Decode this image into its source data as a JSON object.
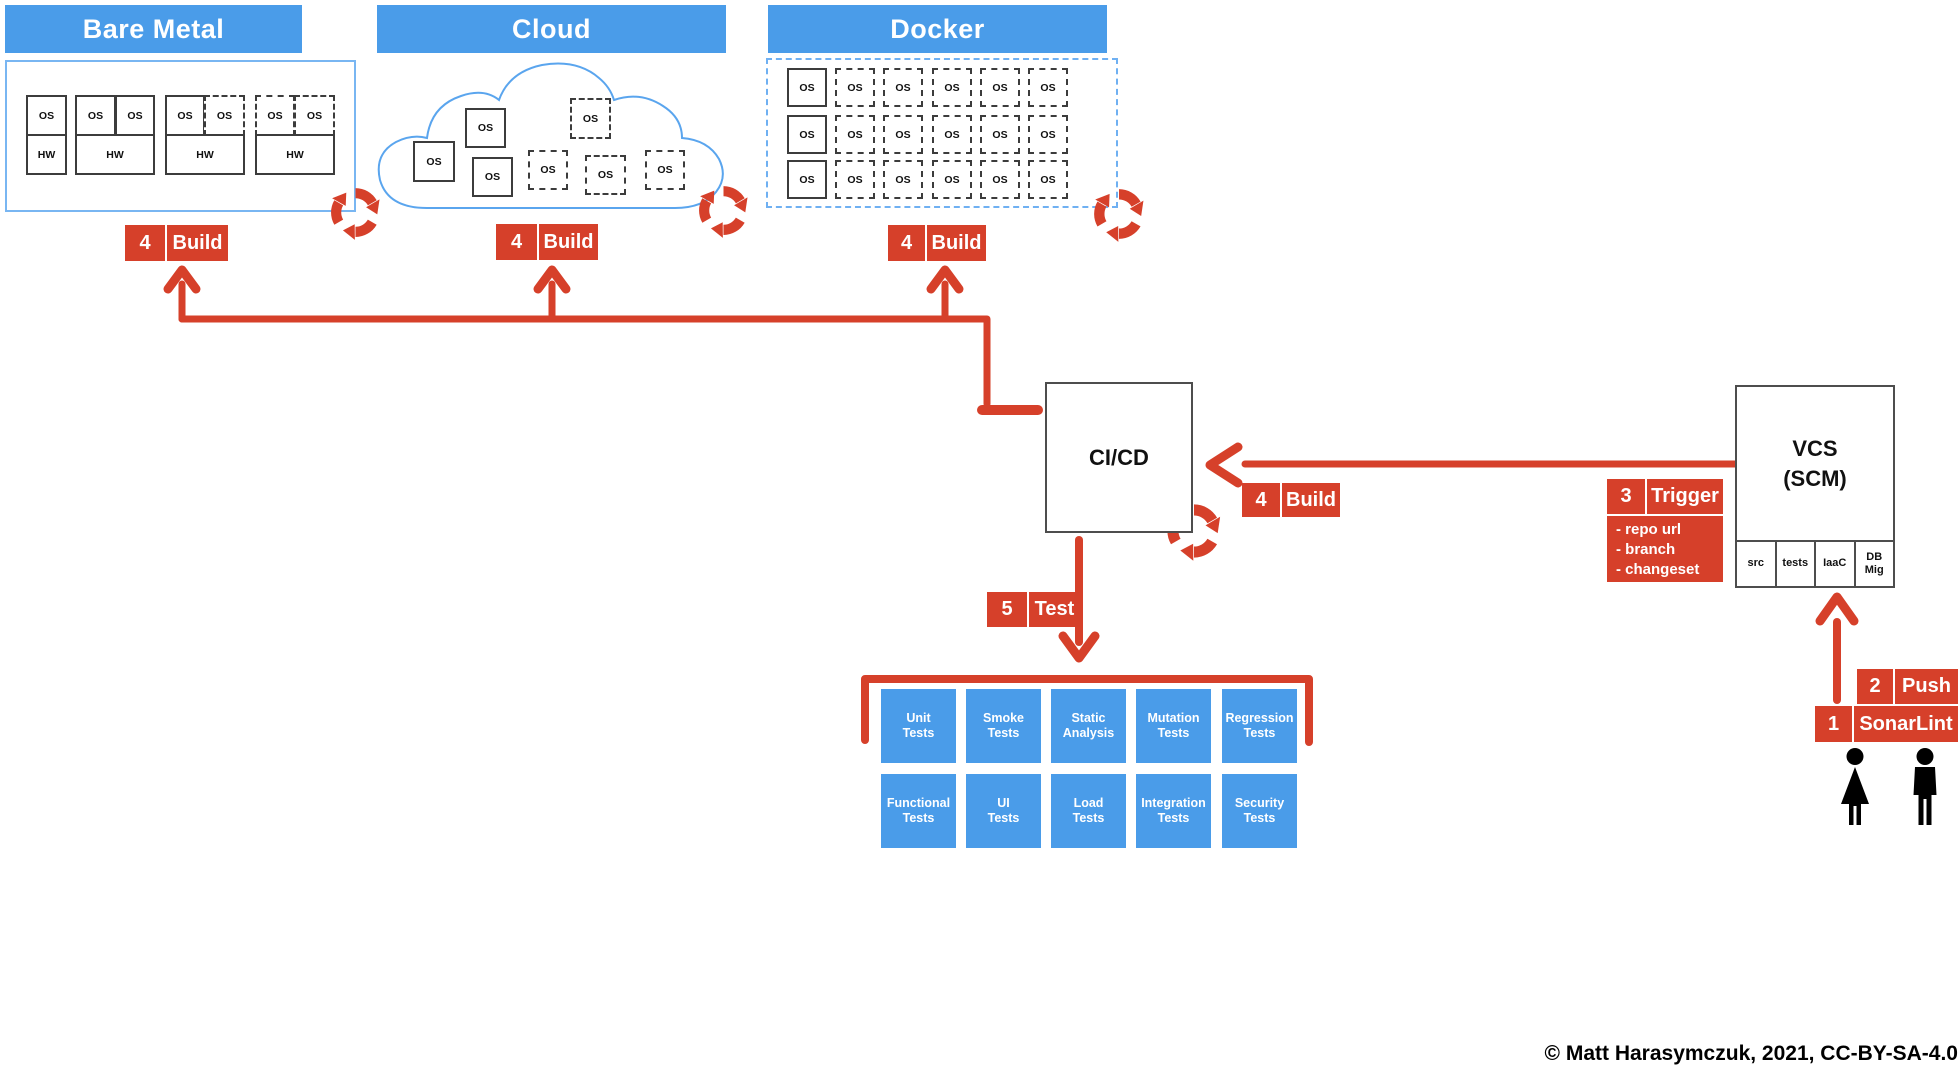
{
  "header_sections": {
    "bare_metal": "Bare Metal",
    "cloud": "Cloud",
    "docker": "Docker"
  },
  "box_labels": {
    "os": "OS",
    "hw": "HW"
  },
  "cicd_box": "CI/CD",
  "vcs_box": {
    "line1": "VCS",
    "line2": "(SCM)",
    "cells": [
      "src",
      "tests",
      "IaaC",
      "DB Mig"
    ]
  },
  "steps": {
    "build_bare_metal": {
      "num": "4",
      "label": "Build"
    },
    "build_cloud": {
      "num": "4",
      "label": "Build"
    },
    "build_docker": {
      "num": "4",
      "label": "Build"
    },
    "build_cicd": {
      "num": "4",
      "label": "Build"
    },
    "test": {
      "num": "5",
      "label": "Test"
    },
    "trigger": {
      "num": "3",
      "label": "Trigger",
      "details": [
        "- repo url",
        "- branch",
        "- changeset"
      ]
    },
    "push": {
      "num": "2",
      "label": "Push"
    },
    "sonarlint": {
      "num": "1",
      "label": "SonarLint"
    }
  },
  "tests_grid": [
    {
      "line1": "Unit",
      "line2": "Tests"
    },
    {
      "line1": "Smoke",
      "line2": "Tests"
    },
    {
      "line1": "Static",
      "line2": "Analysis"
    },
    {
      "line1": "Mutation",
      "line2": "Tests"
    },
    {
      "line1": "Regression",
      "line2": "Tests"
    },
    {
      "line1": "Functional",
      "line2": "Tests"
    },
    {
      "line1": "UI",
      "line2": "Tests"
    },
    {
      "line1": "Load",
      "line2": "Tests"
    },
    {
      "line1": "Integration",
      "line2": "Tests"
    },
    {
      "line1": "Security",
      "line2": "Tests"
    }
  ],
  "footer": {
    "copyright": "© Matt Harasymczuk, 2021, CC-BY-SA-4.0"
  },
  "colors": {
    "blue": "#4a9ce9",
    "light_blue": "#6fb0f2",
    "red": "#d6402a",
    "ink": "#111111"
  }
}
